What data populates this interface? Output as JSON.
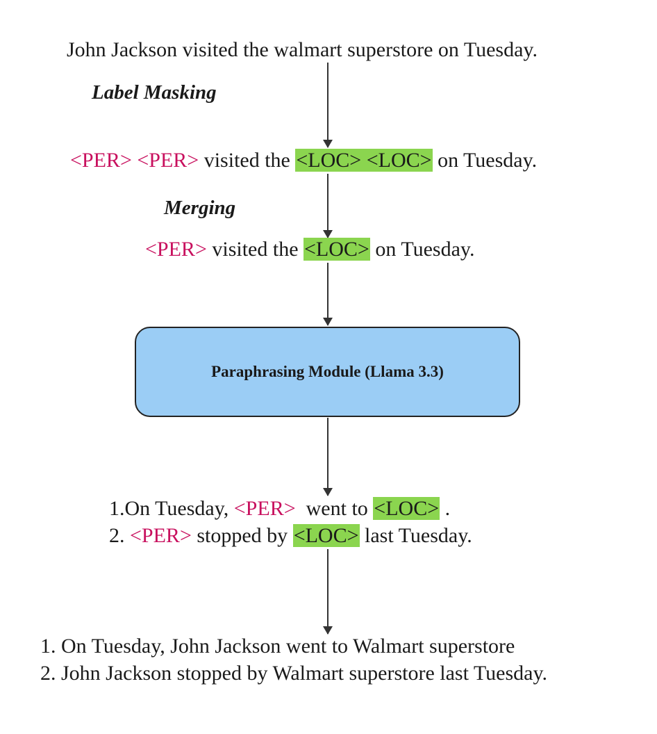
{
  "input_sentence": "John Jackson visited the walmart superstore on Tuesday.",
  "steps": {
    "label_masking": "Label Masking",
    "merging": "Merging"
  },
  "masked_sentence": {
    "per1": "<PER>",
    "per2": "<PER>",
    "mid": " visited the ",
    "loc1": "<LOC>",
    "loc2": "<LOC>",
    "end": " on Tuesday."
  },
  "merged_sentence": {
    "per": "<PER>",
    "mid": " visited the ",
    "loc": "<LOC>",
    "end": " on Tuesday."
  },
  "module": {
    "label": "Paraphrasing Module (Llama 3.3)"
  },
  "paraphrases": [
    {
      "prefix": "1.On Tuesday, ",
      "per": "<PER>",
      "mid": "  went to ",
      "loc": "<LOC>",
      "end": " ."
    },
    {
      "prefix": "2. ",
      "per": "<PER>",
      "mid": " stopped by ",
      "loc": "<LOC>",
      "end": " last Tuesday."
    }
  ],
  "outputs": [
    "1. On Tuesday, John Jackson went to Walmart superstore",
    "2. John Jackson stopped by Walmart superstore last Tuesday."
  ],
  "colors": {
    "per_text": "#c8105e",
    "loc_highlight": "#8bd54f",
    "module_fill": "#9bcdf5",
    "arrow": "#333333"
  }
}
